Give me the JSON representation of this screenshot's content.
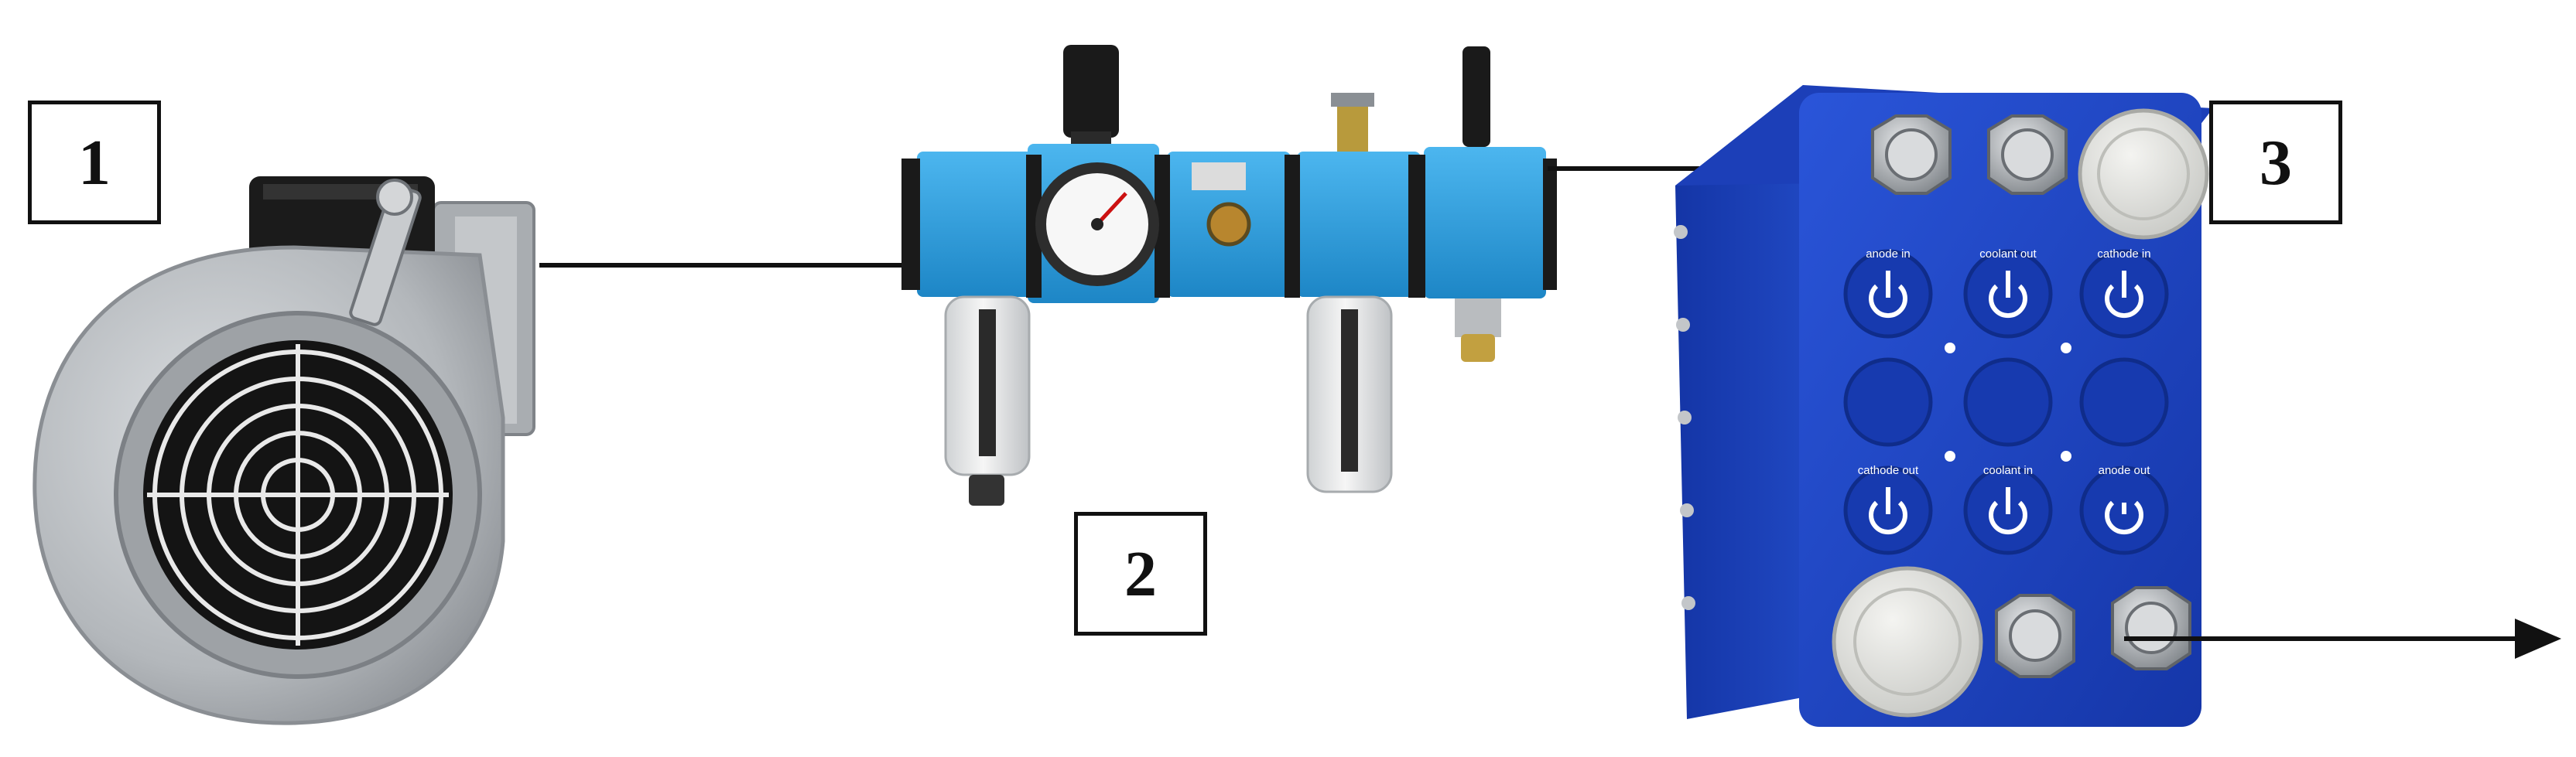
{
  "labels": {
    "blower": "1",
    "filter_regulator": "2",
    "fuel_cell_stack": "3"
  },
  "stack_ports": {
    "top_row": [
      "anode in",
      "coolant out",
      "cathode in"
    ],
    "bottom_row": [
      "cathode out",
      "coolant in",
      "anode out"
    ]
  },
  "colors": {
    "line": "#111111",
    "stack_blue": "#1f45c8",
    "frl_blue": "#2a9fe0",
    "aluminum": "#b8bcc0",
    "cap_white": "#e6e6e2"
  },
  "icons": [
    "blower-icon",
    "frl-unit-icon",
    "fuel-cell-stack-icon",
    "arrow-right-icon"
  ]
}
